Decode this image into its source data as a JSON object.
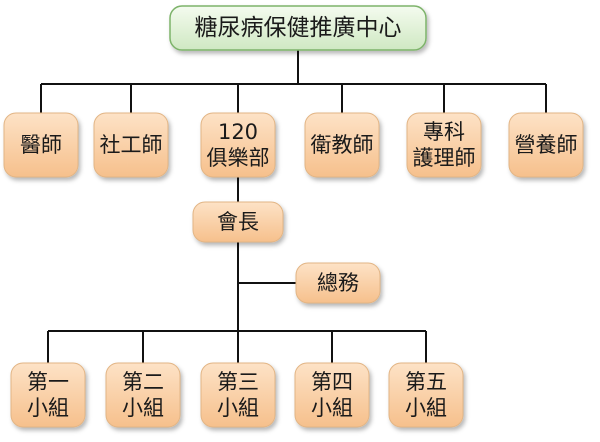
{
  "org_chart": {
    "root": {
      "label": "糖尿病保健推廣中心"
    },
    "roles": [
      {
        "lines": [
          "醫師"
        ]
      },
      {
        "lines": [
          "社工師"
        ]
      },
      {
        "lines": [
          "120",
          "俱樂部"
        ]
      },
      {
        "lines": [
          "衛教師"
        ]
      },
      {
        "lines": [
          "專科",
          "護理師"
        ]
      },
      {
        "lines": [
          "營養師"
        ]
      }
    ],
    "chair": {
      "label": "會長"
    },
    "general_affairs": {
      "label": "總務"
    },
    "groups": [
      {
        "lines": [
          "第一",
          "小組"
        ]
      },
      {
        "lines": [
          "第二",
          "小組"
        ]
      },
      {
        "lines": [
          "第三",
          "小組"
        ]
      },
      {
        "lines": [
          "第四",
          "小組"
        ]
      },
      {
        "lines": [
          "第五",
          "小組"
        ]
      }
    ]
  },
  "colors": {
    "box_fill_top": "#fde2c6",
    "box_fill_bottom": "#f6c08c",
    "root_fill_top": "#f4fbef",
    "root_fill_bottom": "#cfe8c2",
    "root_border": "#7db36a",
    "connector": "#111111"
  }
}
